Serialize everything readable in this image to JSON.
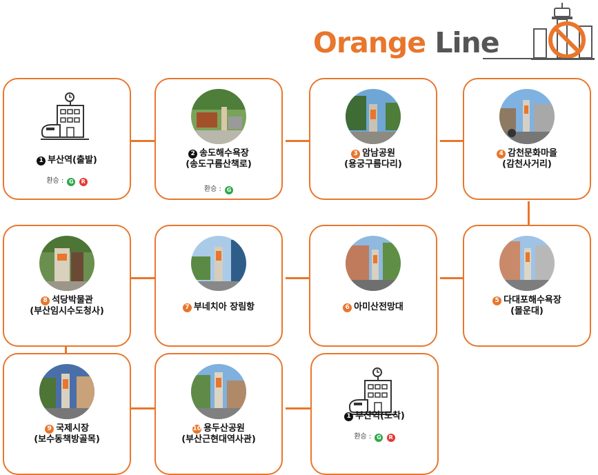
{
  "title": {
    "word1": "Orange",
    "word2": "Line"
  },
  "transfer_label": "환승 :",
  "stops": [
    {
      "num": "1",
      "name_lines": [
        "부산역(출발)"
      ],
      "transfer": [
        "G",
        "R"
      ]
    },
    {
      "num": "2",
      "name_lines": [
        "송도해수욕장",
        "(송도구름산책로)"
      ],
      "transfer": [
        "G"
      ]
    },
    {
      "num": "3",
      "name_lines": [
        "암남공원",
        "(용궁구름다리)"
      ],
      "transfer": []
    },
    {
      "num": "4",
      "name_lines": [
        "감천문화마을",
        "(감천사거리)"
      ],
      "transfer": []
    },
    {
      "num": "5",
      "name_lines": [
        "다대포해수욕장",
        "(몰운대)"
      ],
      "transfer": []
    },
    {
      "num": "6",
      "name_lines": [
        "아미산전망대"
      ],
      "transfer": []
    },
    {
      "num": "7",
      "name_lines": [
        "부네치아 장림항"
      ],
      "transfer": []
    },
    {
      "num": "8",
      "name_lines": [
        "석당박물관",
        "(부산임시수도청사)"
      ],
      "transfer": []
    },
    {
      "num": "9",
      "name_lines": [
        "국제시장",
        "(보수동책방골목)"
      ],
      "transfer": []
    },
    {
      "num": "10",
      "name_lines": [
        "용두산공원",
        "(부산근현대역사관)"
      ],
      "transfer": []
    },
    {
      "num": "1",
      "name_lines": [
        "부산역(도착)"
      ],
      "transfer": [
        "G",
        "R"
      ]
    }
  ],
  "colors": {
    "accent": "#e8762c",
    "green": "#2ea84a",
    "red": "#e53935",
    "gray": "#555555"
  }
}
